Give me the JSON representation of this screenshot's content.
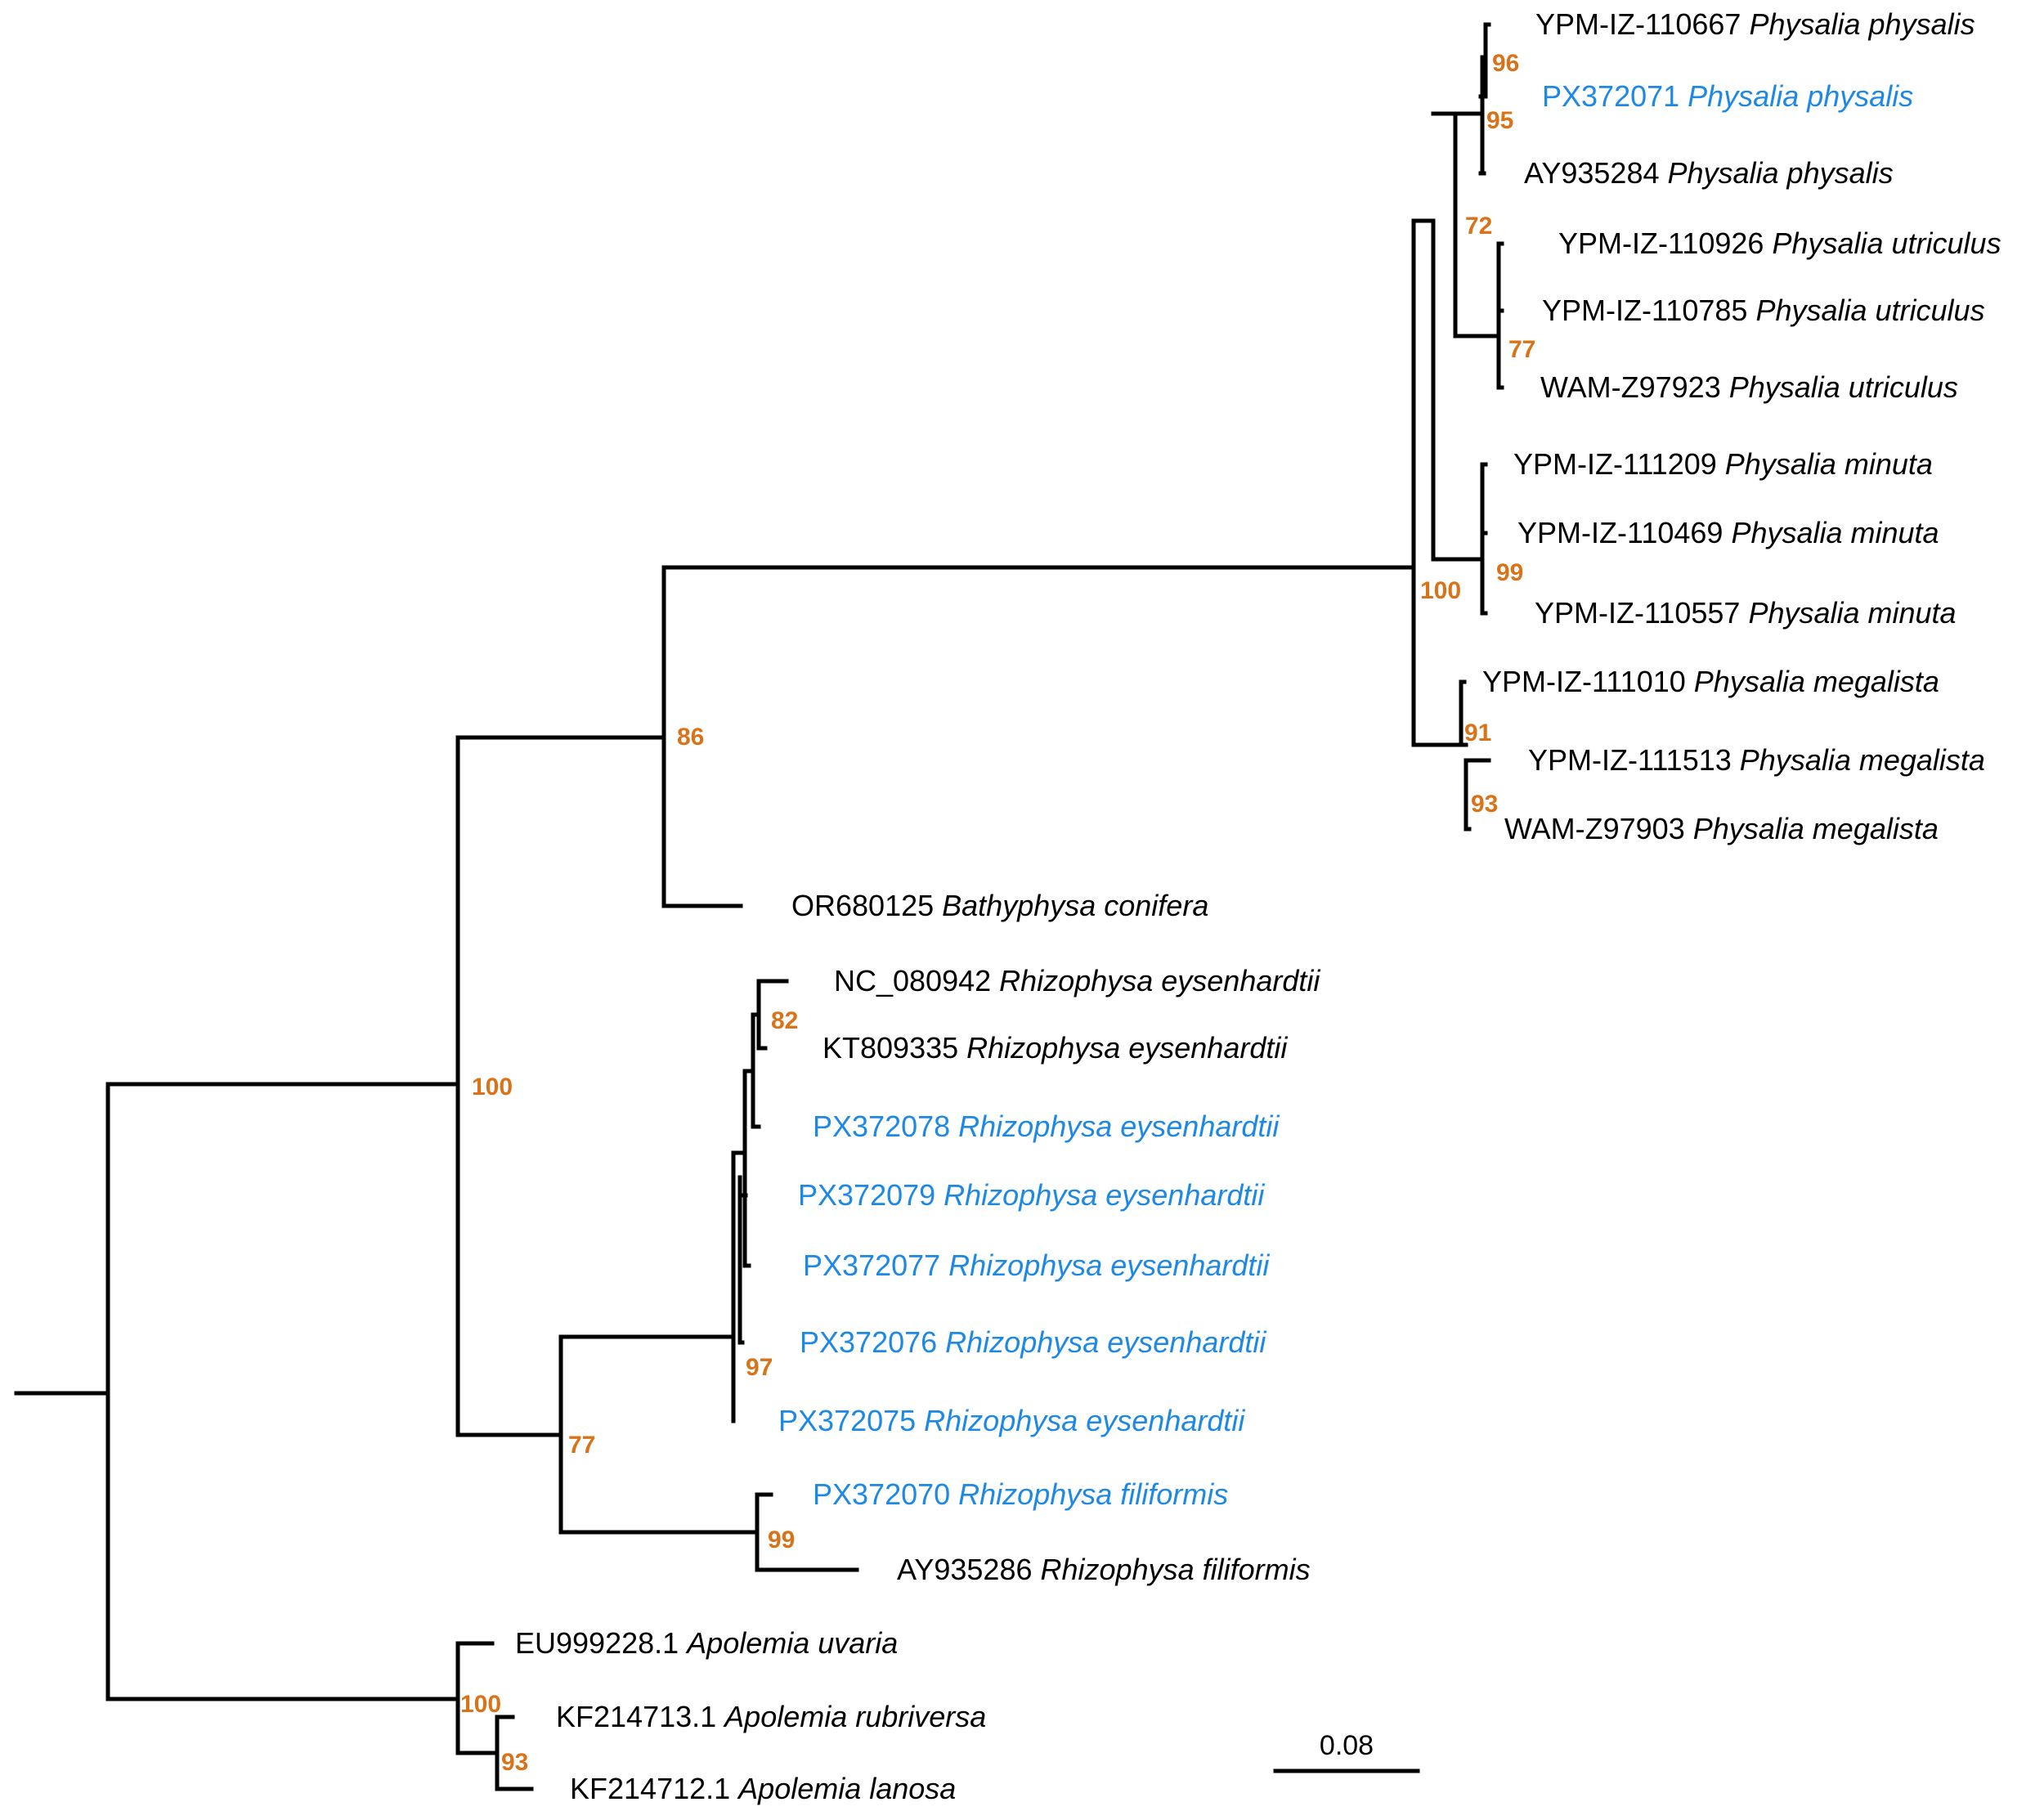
{
  "colors": {
    "branch": "#000000",
    "support": "#D9731A",
    "label_default": "#000000",
    "label_highlight": "#1E88E5"
  },
  "taxa": [
    {
      "accession": "YPM-IZ-110667",
      "species": "Physalia physalis",
      "highlight": false
    },
    {
      "accession": "PX372071",
      "species": "Physalia physalis",
      "highlight": true
    },
    {
      "accession": "AY935284",
      "species": "Physalia physalis",
      "highlight": false
    },
    {
      "accession": "YPM-IZ-110926",
      "species": "Physalia utriculus",
      "highlight": false
    },
    {
      "accession": "YPM-IZ-110785",
      "species": "Physalia utriculus",
      "highlight": false
    },
    {
      "accession": "WAM-Z97923",
      "species": "Physalia utriculus",
      "highlight": false
    },
    {
      "accession": "YPM-IZ-111209",
      "species": "Physalia minuta",
      "highlight": false
    },
    {
      "accession": "YPM-IZ-110469",
      "species": "Physalia minuta",
      "highlight": false
    },
    {
      "accession": "YPM-IZ-110557",
      "species": "Physalia minuta",
      "highlight": false
    },
    {
      "accession": "YPM-IZ-111010",
      "species": "Physalia megalista",
      "highlight": false
    },
    {
      "accession": "YPM-IZ-111513",
      "species": "Physalia megalista",
      "highlight": false
    },
    {
      "accession": "WAM-Z97903",
      "species": "Physalia megalista",
      "highlight": false
    },
    {
      "accession": "OR680125",
      "species": "Bathyphysa conifera",
      "highlight": false
    },
    {
      "accession": "NC_080942",
      "species": "Rhizophysa eysenhardtii",
      "highlight": false
    },
    {
      "accession": "KT809335",
      "species": "Rhizophysa eysenhardtii",
      "highlight": false
    },
    {
      "accession": "PX372078",
      "species": "Rhizophysa eysenhardtii",
      "highlight": true
    },
    {
      "accession": "PX372079",
      "species": "Rhizophysa eysenhardtii",
      "highlight": true
    },
    {
      "accession": "PX372077",
      "species": "Rhizophysa eysenhardtii",
      "highlight": true
    },
    {
      "accession": "PX372076",
      "species": "Rhizophysa eysenhardtii",
      "highlight": true
    },
    {
      "accession": "PX372075",
      "species": "Rhizophysa eysenhardtii",
      "highlight": true
    },
    {
      "accession": "PX372070",
      "species": "Rhizophysa filiformis",
      "highlight": true
    },
    {
      "accession": "AY935286",
      "species": "Rhizophysa filiformis",
      "highlight": false
    },
    {
      "accession": "EU999228.1",
      "species": "Apolemia uvaria",
      "highlight": false
    },
    {
      "accession": "KF214713.1",
      "species": "Apolemia rubriversa",
      "highlight": false
    },
    {
      "accession": "KF214712.1",
      "species": "Apolemia lanosa",
      "highlight": false
    }
  ],
  "support_values": [
    "96",
    "95",
    "72",
    "77",
    "99",
    "100",
    "91",
    "93",
    "86",
    "82",
    "97",
    "77",
    "99",
    "100",
    "100",
    "93"
  ],
  "scale_bar": {
    "label": "0.08",
    "value": 0.08
  }
}
